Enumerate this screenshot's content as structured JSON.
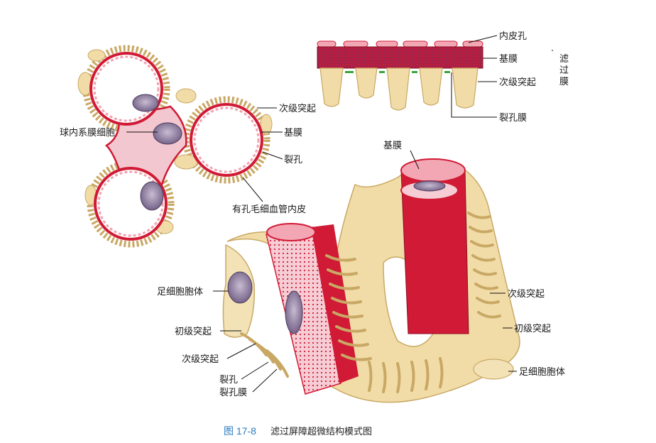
{
  "caption": {
    "number": "图 17-8",
    "title": "滤过屏障超微结构模式图"
  },
  "labels": {
    "endothelial_pore": "内皮孔",
    "basement_membrane_top": "基膜",
    "secondary_process_top": "次级突起",
    "slit_membrane_top": "裂孔膜",
    "filtration_membrane": "滤\n过\n膜",
    "secondary_process_left": "次级突起",
    "mesangial_cell": "球内系膜细胞",
    "basement_membrane_left": "基膜",
    "slit_pore_left": "裂孔",
    "fenestrated_endothelium": "有孔毛细血管内皮",
    "basement_membrane_3d": "基膜",
    "podocyte_body_left": "足细胞胞体",
    "primary_process_left": "初级突起",
    "secondary_process_bottom": "次级突起",
    "slit_pore_bottom": "裂孔",
    "slit_membrane_bottom": "裂孔膜",
    "secondary_process_right": "次级突起",
    "primary_process_right": "初级突起",
    "podocyte_body_right": "足细胞胞体"
  },
  "colors": {
    "membrane_red": "#d11a35",
    "tissue_pink": "#f3c7cf",
    "podocyte_tan": "#f1dca7",
    "podocyte_edge": "#c9a865",
    "nucleus": "#9a86a8",
    "caption_blue": "#2b7bbf"
  }
}
